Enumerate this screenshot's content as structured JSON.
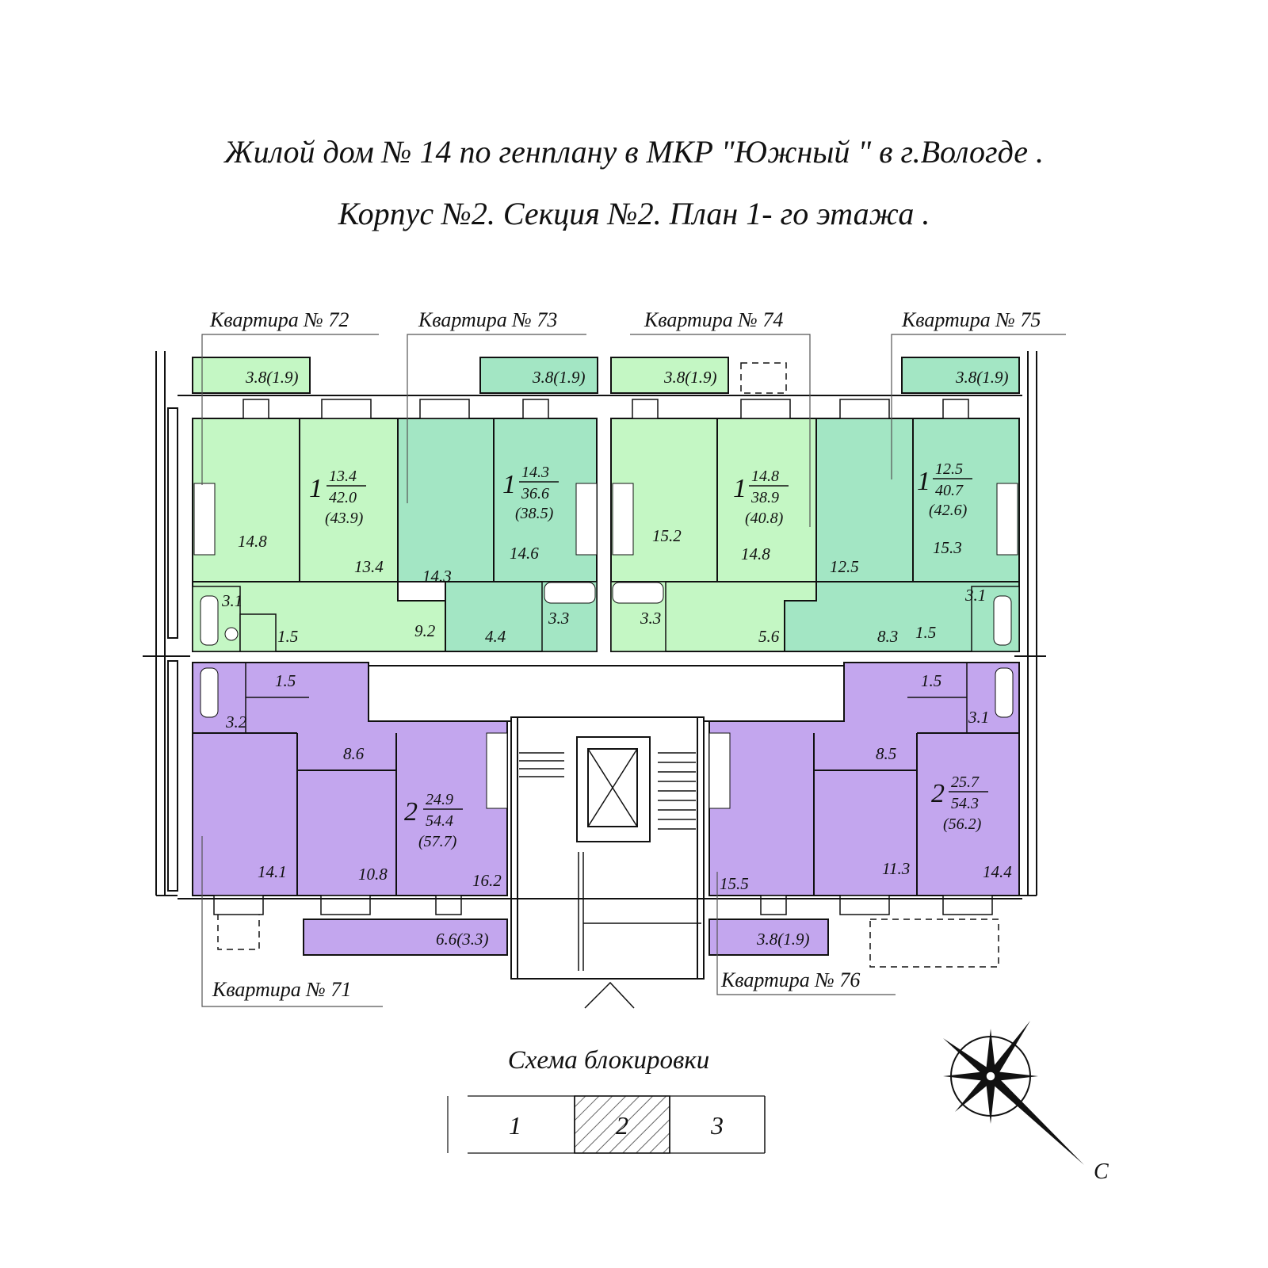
{
  "title": {
    "line1": "Жилой дом  № 14   по генплану в МКР  \"Южный \" в г.Вологде .",
    "line2": "Корпус  №2.  Секция  №2.  План  1- го этажа ."
  },
  "colors": {
    "apt_green_light": "#c4f7c4",
    "apt_green_teal": "#a3e6c4",
    "apt_purple": "#c3a6ee",
    "wall": "#111111"
  },
  "apartments": [
    {
      "label": "Квартира № 72",
      "rooms": "1",
      "living": "13.4",
      "total": "42.0",
      "total_with_balcony": "(43.9)",
      "areas": [
        "3.8(1.9)",
        "14.8",
        "13.4",
        "3.1",
        "1.5",
        "9.2"
      ]
    },
    {
      "label": "Квартира № 73",
      "rooms": "1",
      "living": "14.3",
      "total": "36.6",
      "total_with_balcony": "(38.5)",
      "areas": [
        "3.8(1.9)",
        "14.3",
        "14.6",
        "3.3",
        "4.4"
      ]
    },
    {
      "label": "Квартира № 74",
      "rooms": "1",
      "living": "14.8",
      "total": "38.9",
      "total_with_balcony": "(40.8)",
      "areas": [
        "3.8(1.9)",
        "15.2",
        "14.8",
        "3.3",
        "5.6"
      ]
    },
    {
      "label": "Квартира № 75",
      "rooms": "1",
      "living": "12.5",
      "total": "40.7",
      "total_with_balcony": "(42.6)",
      "areas": [
        "3.8(1.9)",
        "12.5",
        "15.3",
        "3.1",
        "1.5",
        "8.3"
      ]
    },
    {
      "label": "Квартира № 71",
      "rooms": "2",
      "living": "24.9",
      "total": "54.4",
      "total_with_balcony": "(57.7)",
      "areas": [
        "1.5",
        "3.2",
        "8.6",
        "14.1",
        "10.8",
        "16.2",
        "6.6(3.3)"
      ]
    },
    {
      "label": "Квартира № 76",
      "rooms": "2",
      "living": "25.7",
      "total": "54.3",
      "total_with_balcony": "(56.2)",
      "areas": [
        "1.5",
        "3.1",
        "8.5",
        "15.5",
        "11.3",
        "14.4",
        "3.8(1.9)"
      ]
    }
  ],
  "scheme": {
    "title": "Схема блокировки",
    "sections": [
      "1",
      "2",
      "3"
    ],
    "highlighted": "2"
  },
  "compass": {
    "north_letter": "С"
  }
}
